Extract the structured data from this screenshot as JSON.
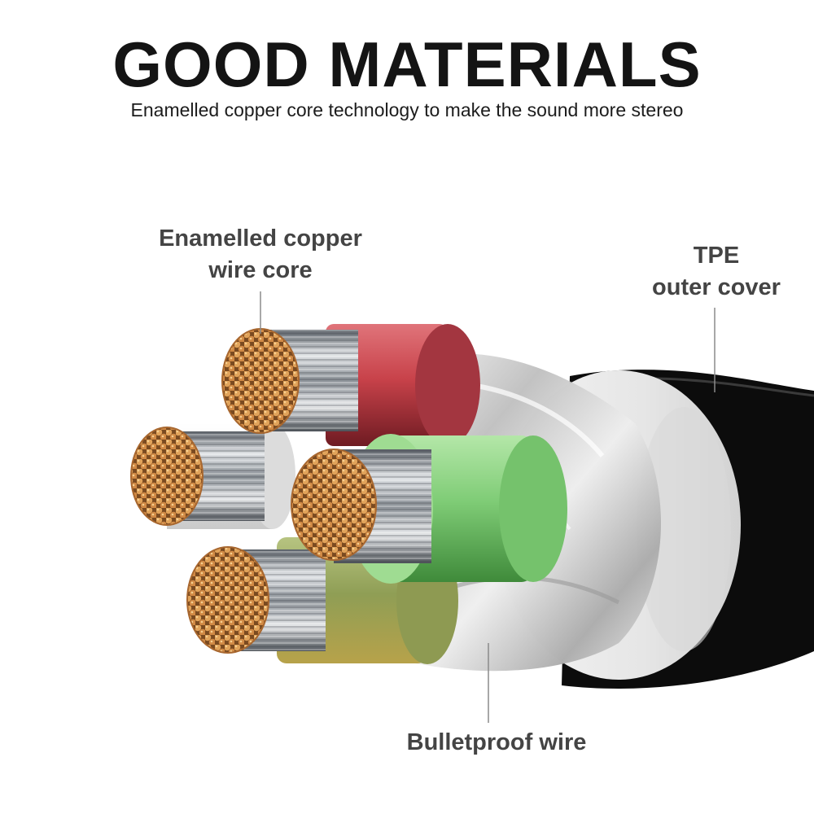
{
  "header": {
    "title": "GOOD MATERIALS",
    "subtitle": "Enamelled copper core technology to make the sound more stereo"
  },
  "callouts": {
    "core_line1": "Enamelled copper",
    "core_line2": "wire core",
    "tpe_line1": "TPE",
    "tpe_line2": "outer cover",
    "bulletproof": "Bulletproof wire"
  },
  "colors": {
    "jacket": "#0c0c0c",
    "inner_sleeve": "#e9e9e9",
    "red_insulation": "#c8424a",
    "green_insulation": "#7fcc76",
    "olive_insulation": "#8f9e55",
    "white_insulation": "#f1f1f1",
    "copper": "#d7944e"
  }
}
